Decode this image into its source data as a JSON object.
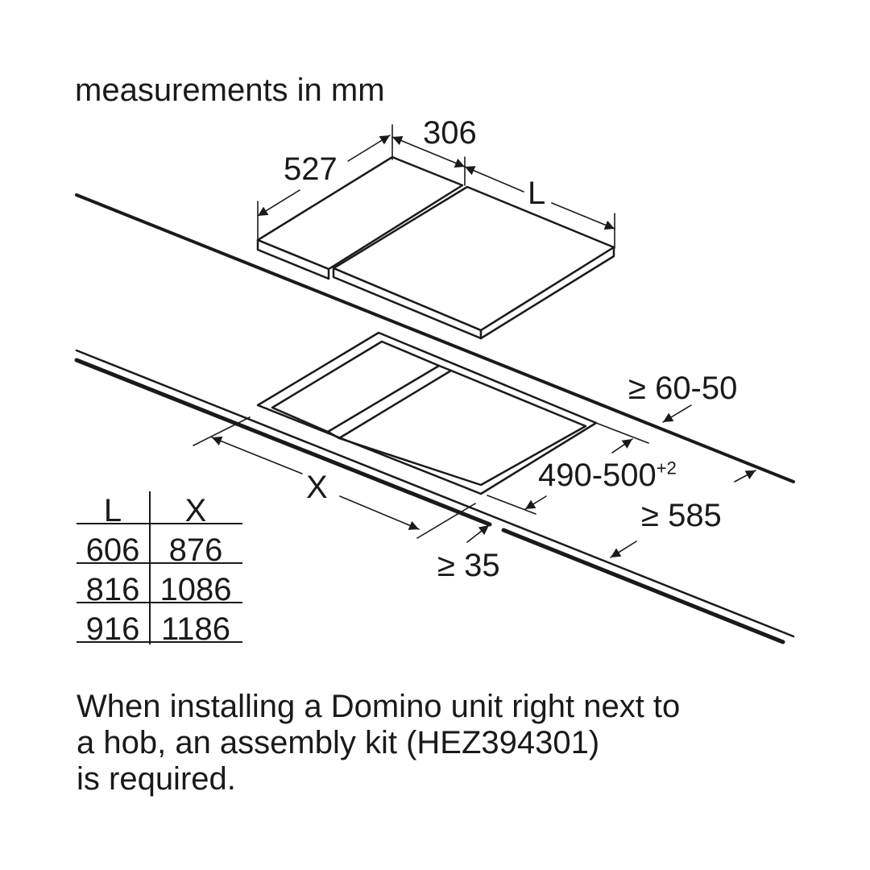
{
  "title": "measurements in mm",
  "dimensions": {
    "depth": "527",
    "width_domino": "306",
    "width_l": "L",
    "cutout_x": "X",
    "worktop_edge": "≥ 60-50",
    "cutout_depth": "490-500",
    "cutout_depth_tolerance": "+2",
    "worktop_depth": "≥ 585",
    "front_gap": "≥ 35"
  },
  "table": {
    "headers": [
      "L",
      "X"
    ],
    "rows": [
      [
        "606",
        "876"
      ],
      [
        "816",
        "1086"
      ],
      [
        "916",
        "1186"
      ]
    ]
  },
  "note": [
    "When installing a Domino unit right next to",
    "a hob, an assembly kit (HEZ394301)",
    "is required."
  ]
}
